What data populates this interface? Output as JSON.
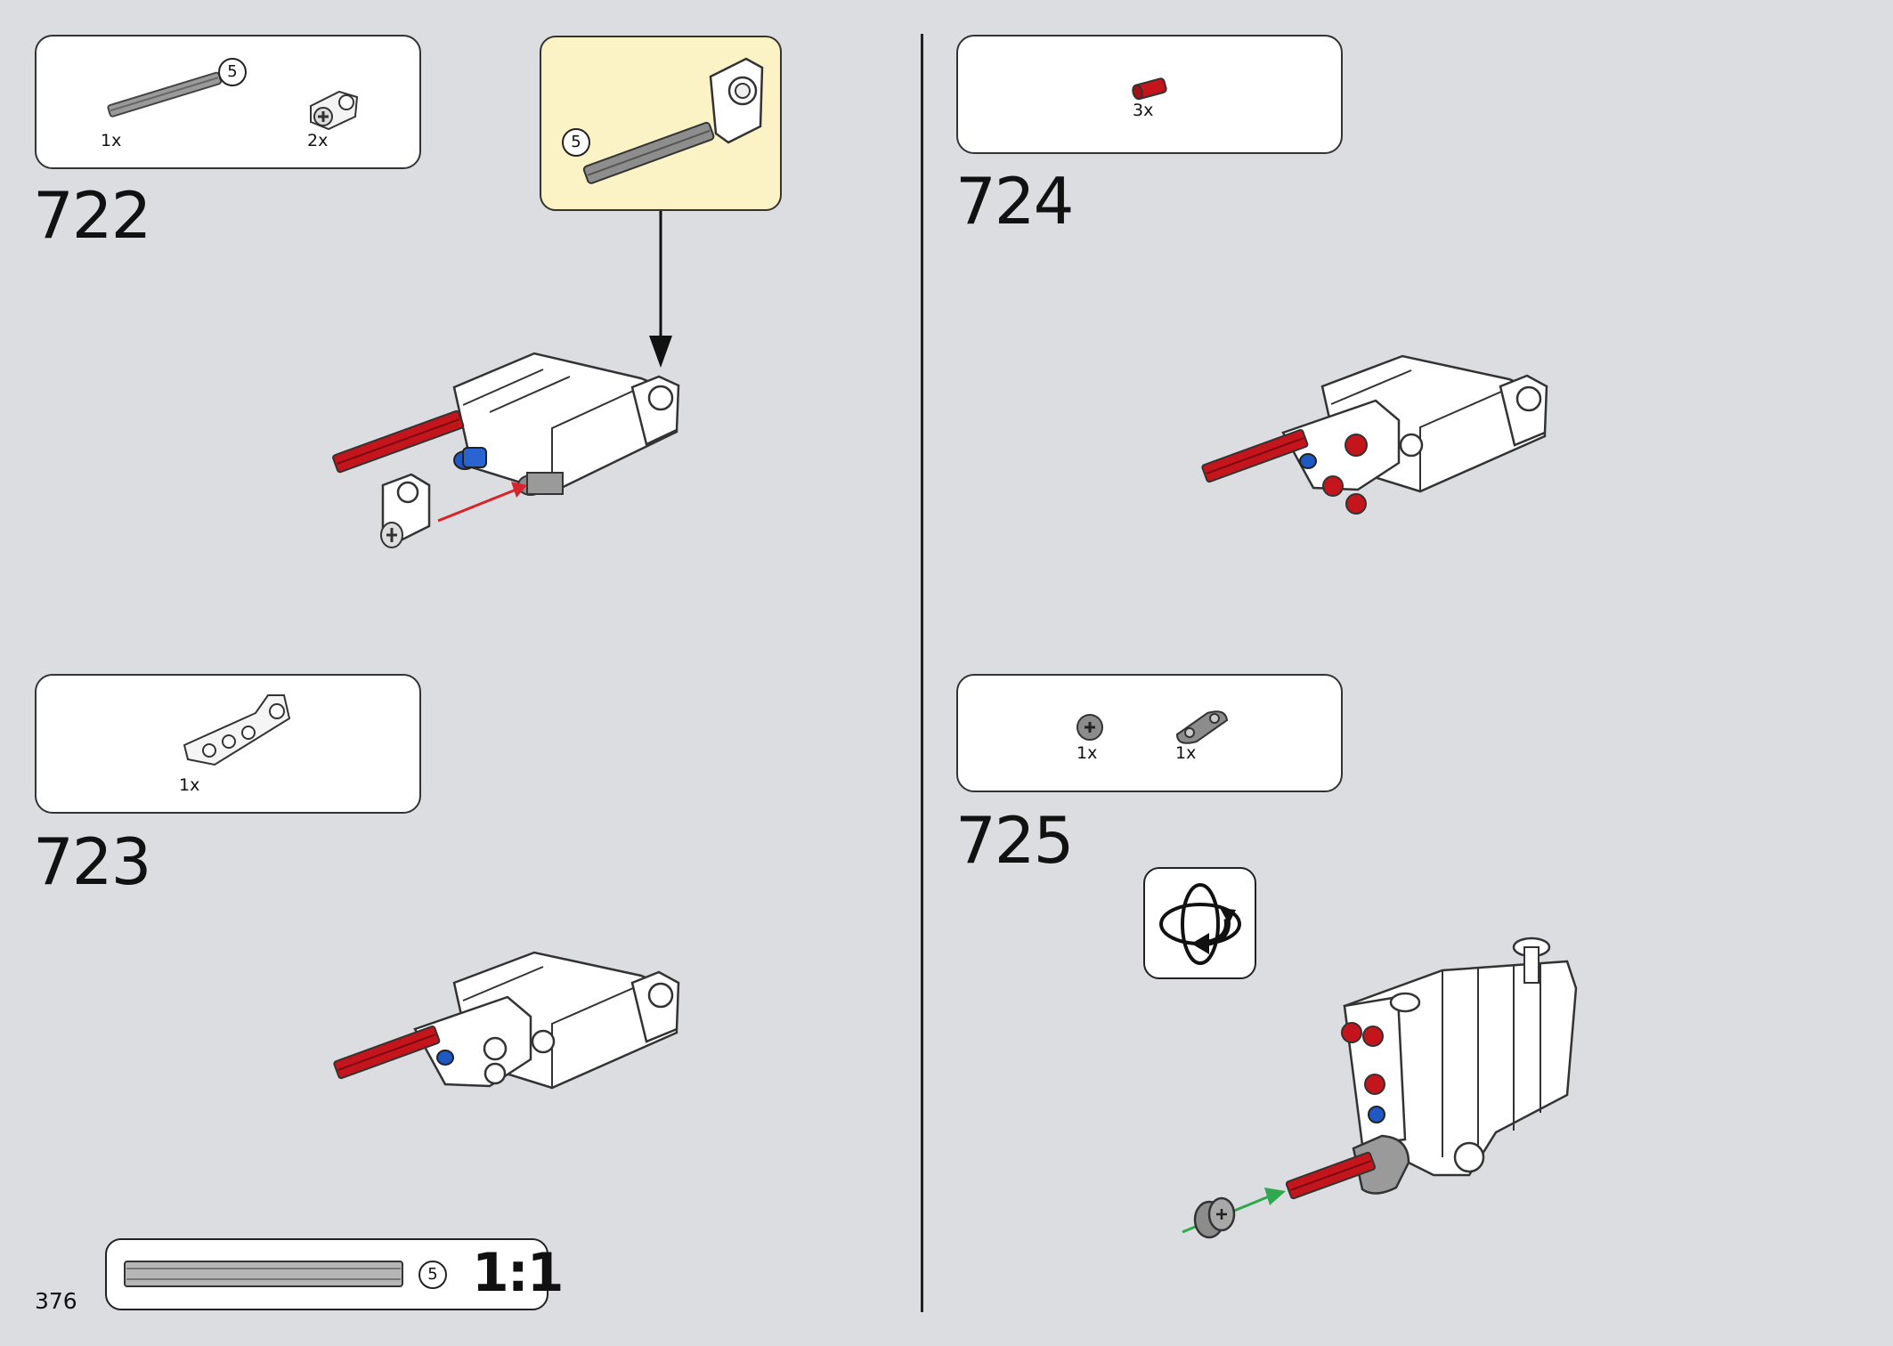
{
  "page_number": "376",
  "steps": [
    {
      "number": "722",
      "parts": [
        {
          "qty": "1x",
          "name": "axle-5-grey",
          "length_label": "5"
        },
        {
          "qty": "2x",
          "name": "pin-connector-white"
        }
      ],
      "callout": {
        "length_label": "5"
      }
    },
    {
      "number": "723",
      "parts": [
        {
          "qty": "1x",
          "name": "bent-beam-white"
        }
      ]
    },
    {
      "number": "724",
      "parts": [
        {
          "qty": "3x",
          "name": "red-friction-pin"
        }
      ]
    },
    {
      "number": "725",
      "parts": [
        {
          "qty": "1x",
          "name": "bush-grey"
        },
        {
          "qty": "1x",
          "name": "beam-2-grey"
        }
      ]
    }
  ],
  "scale_ruler": {
    "length_label": "5",
    "scale_label": "1:1"
  },
  "colors": {
    "background": "#dcdde0",
    "callout_fill": "#fbf3c5",
    "arrow_red": "#d6242c",
    "arrow_green": "#2fa84f",
    "brick_red": "#c4151c",
    "brick_blue": "#1f57c3",
    "brick_white": "#ffffff",
    "brick_grey": "#8c8c8c"
  }
}
